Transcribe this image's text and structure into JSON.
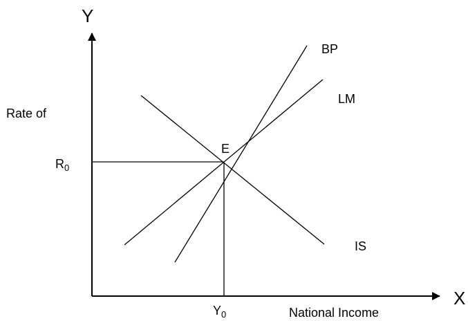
{
  "diagram": {
    "axes": {
      "y_letter": "Y",
      "x_letter": "X",
      "y_label": "Rate of",
      "x_label": "National Income"
    },
    "curves": [
      {
        "id": "BP",
        "label": "BP"
      },
      {
        "id": "LM",
        "label": "LM"
      },
      {
        "id": "IS",
        "label": "IS"
      }
    ],
    "equilibrium": {
      "point_label": "E",
      "rate_label": {
        "main": "R",
        "sub": "0"
      },
      "income_label": {
        "main": "Y",
        "sub": "0"
      }
    },
    "colors": {
      "line": "#000000",
      "background": "#ffffff"
    }
  }
}
